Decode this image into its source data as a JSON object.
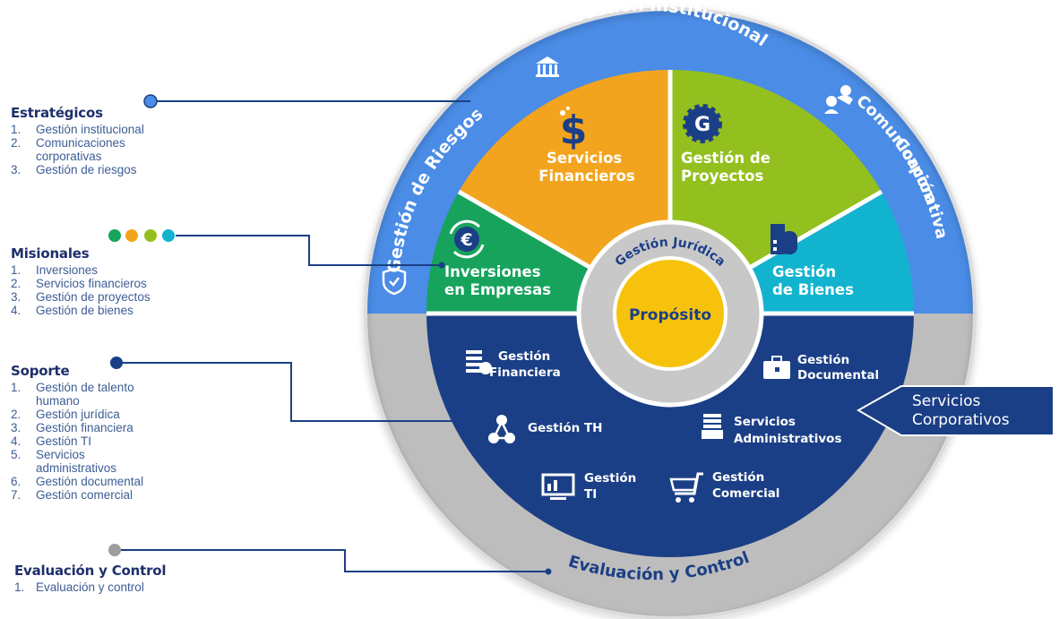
{
  "legend": {
    "estrategicos": {
      "title": "Estratégicos",
      "items": [
        {
          "num": "1.",
          "text": "Gestión institucional"
        },
        {
          "num": "2.",
          "text": "Comunicaciones corporativas"
        },
        {
          "num": "3.",
          "text": "Gestión de riesgos"
        }
      ]
    },
    "misionales": {
      "title": "Misionales",
      "items": [
        {
          "num": "1.",
          "text": "Inversiones"
        },
        {
          "num": "2.",
          "text": "Servicios financieros"
        },
        {
          "num": "3.",
          "text": "Gestión de proyectos"
        },
        {
          "num": "4.",
          "text": "Gestión de bienes"
        }
      ]
    },
    "soporte": {
      "title": "Soporte",
      "items": [
        {
          "num": "1.",
          "text": "Gestión de talento humano"
        },
        {
          "num": "2.",
          "text": "Gestión jurídica"
        },
        {
          "num": "3.",
          "text": "Gestión financiera"
        },
        {
          "num": "4.",
          "text": "Gestión TI"
        },
        {
          "num": "5.",
          "text": "Servicios administrativos"
        },
        {
          "num": "6.",
          "text": "Gestión documental"
        },
        {
          "num": "7.",
          "text": "Gestión comercial"
        }
      ]
    },
    "evaluacion": {
      "title": "Evaluación y Control",
      "items": [
        {
          "num": "1.",
          "text": "Evaluación y control"
        }
      ]
    }
  },
  "ring": {
    "gestion_institucional": "Gestión Institucional",
    "gestion_riesgos": "Gestión de Riesgos",
    "comunicacion_corporativa_1": "Comunicación",
    "comunicacion_corporativa_2": "Corporativa",
    "evaluacion_control": "Evaluación y Control",
    "gestion_juridica": "Gestión Jurídica"
  },
  "segments": {
    "inversiones": [
      "Inversiones",
      "en Empresas"
    ],
    "servicios_financieros": [
      "Servicios",
      "Financieros"
    ],
    "gestion_proyectos": [
      "Gestión de",
      "Proyectos"
    ],
    "gestion_bienes": [
      "Gestión",
      "de Bienes"
    ]
  },
  "center": "Propósito",
  "support": {
    "financiera": [
      "Gestión",
      "Financiera"
    ],
    "documental": [
      "Gestión",
      "Documental"
    ],
    "th": [
      "Gestión TH"
    ],
    "administrativos": [
      "Servicios",
      "Administrativos"
    ],
    "ti": [
      "Gestión",
      "TI"
    ],
    "comercial": [
      "Gestión",
      "Comercial"
    ]
  },
  "callout": [
    "Servicios",
    "Corporativos"
  ],
  "colors": {
    "navy": "#1b3f86",
    "ring_blue": "#4a8ce6",
    "ring_gray": "#bcbcbc",
    "green": "#17a35c",
    "orange": "#f3a41e",
    "lime": "#93c01f",
    "cyan": "#12b3cf",
    "yellow": "#f7c20c",
    "heading": "#1d2f6b"
  },
  "icons": {
    "institucional": "building-columns-icon",
    "comunicacion": "people-share-icon",
    "riesgos": "shield-icon",
    "servicios_financieros": "dollar-icon",
    "proyectos": "gear-g-icon",
    "inversiones": "cycle-currency-icon",
    "bienes": "buildings-icon",
    "financiera": "coins-icon",
    "documental": "briefcase-icon",
    "th": "org-chart-icon",
    "administrativos": "tray-icon",
    "ti": "monitor-icon",
    "comercial": "shopping-cart-icon"
  }
}
